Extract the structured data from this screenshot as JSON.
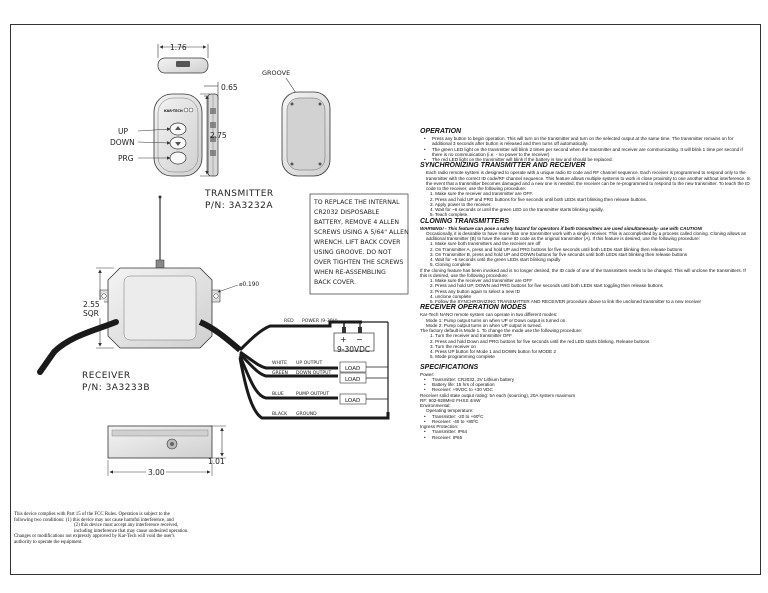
{
  "drawing": {
    "dim_top_width": "1.76",
    "dim_depth": "0.65",
    "groove_label": "GROOVE",
    "dim_transmitter_height": "2.75",
    "brand_mark": "KAR-TECH",
    "button_labels": [
      "UP",
      "DOWN",
      "PRG"
    ],
    "transmitter_title": "TRANSMITTER",
    "transmitter_pn": "P/N: 3A3232A",
    "battery_note": [
      "TO REPLACE THE INTERNAL",
      "CR2032 DISPOSABLE",
      "BATTERY, REMOVE 4 ALLEN",
      "SCREWS USING A 5/64\" ALLEN",
      "WRENCH.  LIFT BACK COVER",
      "USING GROOVE. DO NOT",
      "OVER TIGHTEN THE SCREWS",
      "WHEN RE-ASSEMBLING",
      "BACK COVER."
    ],
    "dim_receiver_sqr": [
      "2.55",
      "SQR"
    ],
    "hole_dim": "⌀0.190",
    "receiver_title": "RECEIVER",
    "receiver_pn": "P/N: 3A3233B",
    "dim_receiver_height": "1.01",
    "dim_receiver_width": "3.00",
    "power_wire": {
      "color": "RED",
      "label": "POWER (9-30V)"
    },
    "power_source": "9-30VDC",
    "plus": "+",
    "minus": "−",
    "wires": [
      {
        "color": "WHITE",
        "label": "UP OUTPUT",
        "load": "LOAD"
      },
      {
        "color": "GREEN",
        "label": "DOWN OUTPUT",
        "load": "LOAD"
      },
      {
        "color": "BLUE",
        "label": "PUMP OUTPUT",
        "load": "LOAD"
      }
    ],
    "ground_wire": {
      "color": "BLACK",
      "label": "GROUND"
    }
  },
  "operation": {
    "title": "OPERATION",
    "bullets": [
      "Press any button to begin operation. This will turn on the transmitter and turn on the selected output at the same time.  The transmitter remains on for additional 3 seconds after button is released and then turns off automatically.",
      "The green LED light on the transmitter will blink 2 times per second when the transmitter and receiver are communicating.  It will blink 1 time per second if there is no communication (i.e. - no power to the receiver)",
      "The red LED light on the transmitter will blink if the battery is low and should be replaced."
    ]
  },
  "sync": {
    "title": "SYNCHRONIZING TRANSMITTER AND RECEIVER",
    "intro": "Each radio remote system is designed to operate with a unique radio ID code and RF channel sequence. Each receiver is programmed to respond only to the transmitter with the correct ID code/RF channel sequence. This feature allows multiple systems to work in close proximity to one another without interference. In the event that a transmitter becomes damaged and a new one is needed, the receiver can be re-programmed to respond to the new transmitter.  To teach the ID code to the receiver, use the following procedure:",
    "steps": [
      "1. Make sure the receiver and transmitter are OFF.",
      "2. Press and hold UP and PRG buttons for five seconds until both LEDs start blinking then release buttons.",
      "3. Apply power to the receiver.",
      "4. Wait for ~6 seconds or until the green LED on the transmitter starts blinking rapidly.",
      "5. Teach complete."
    ]
  },
  "cloning": {
    "title": "CLONING TRANSMITTERS",
    "warning": "WARNING! - This feature can pose a safety hazard for operators if both transmitters are used simultaneously- use with CAUTION!",
    "intro": "Occasionally, it is desirable to have more than one transmitter work with a single receiver. This is accomplished by a process called cloning. Cloning allows an additional transmitter (B) to have the same ID code as the original transmitter (A).  If this feature is desired, use the following procedure:",
    "steps": [
      "1. Make sure both transmitters and the receiver are off",
      "2. On Transmitter A, press and hold UP and PRG buttons for five seconds until both LEDs start blinking then release buttons",
      "3. On Transmitter B, press and hold UP and DOWN buttons for five seconds until both LEDs start blinking then release buttons",
      "4. Wait for ~5 seconds until the green LEDs start blinking rapidly",
      "5. Cloning complete"
    ],
    "unclone_intro": "If the cloning feature has been invoked and is no longer desired, the ID code of one of the transmitters needs to be  changed. This will unclone the transmitters.  If this is desired, use the following procedure:",
    "unclone_steps": [
      "1. Make sure the receiver and transmitter are OFF",
      "2. Press and hold UP, DOWN and PRG buttons for five seconds until both LEDs start toggling then release buttons",
      "3. Press any button again to select a new ID",
      "4. unclone complete",
      "5. Follow the SYNCHRONIZING TRANSMITTER AND RECEIVER procedure above to link the uncloned transmitter to a new receiver"
    ]
  },
  "modes": {
    "title": "RECEIVER OPERATION MODES",
    "intro": "Kar-Tech NANO remote system can operate in two different modes:",
    "mode_lines": [
      "Mode 1:  Pump output turns on when UP or Down output is turned on.",
      "Mode 2:  Pump output turns on when UP output is turned."
    ],
    "default_line": "The factory default is Mode 1. To change the mode use the following procedure:",
    "steps": [
      "1. Turn the receiver and transmitter OFF",
      "2. Press and hold Down and PRG buttons for five seconds until the red LED starts blinking.  Release buttons",
      "3. Turn the receiver on",
      "4. Press UP button for Mode 1 and DOWN button for MODE 2",
      "5. Mode programming complete"
    ]
  },
  "specs": {
    "title": "SPECIFICATIONS",
    "power_label": "Power:",
    "power_items": [
      "Transmitter: CR2032, 3V Lithium battery",
      "Battery life: 15 hrs of operation",
      "Receiver: +9VDC to +30 VDC"
    ],
    "output_rating": "Receiver solid state output rating: 5A each (sourcing), 20A system maximum",
    "rf": "RF: 902-928MHz FHSS 4mW",
    "env_label": "Environmental:",
    "temp_label": "Operating temperature:",
    "temp_items": [
      "Transmitter: -20 to +60ºC",
      "Receiver: -40 to +85ºC"
    ],
    "ingress_label": "Ingress Protection:",
    "ingress_items": [
      "Transmitter: IP64",
      "Receiver: IP65"
    ]
  },
  "fcc": {
    "lines": [
      "This device complies with Part 15 of the FCC Rules.  Operation is subject to the",
      "following two conditions:  (1) this device may not cause harmful interference, and",
      "(2) this device must accept any interference received,",
      "including interference that may cause undesired operation.",
      "Changes or modifications not expressly approved by Kar-Tech will void the user's",
      "authority to operate the equipment."
    ]
  },
  "colors": {
    "ink": "#222222",
    "frame": "#333333",
    "device_fill": "#e6e6e6",
    "device_dark": "#9a9a9a",
    "cable": "#1a1a1a"
  }
}
